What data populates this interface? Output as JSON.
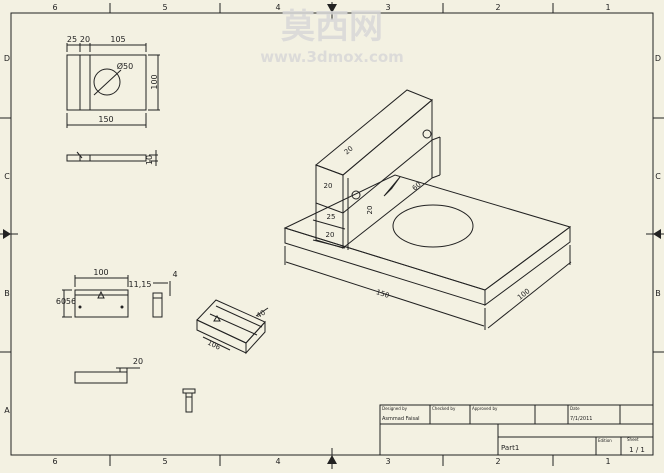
{
  "watermark": {
    "main": "莫西网",
    "url": "www.3dmox.com"
  },
  "frame": {
    "columns": [
      "6",
      "5",
      "4",
      "3",
      "2",
      "1"
    ],
    "rows": [
      "D",
      "C",
      "B",
      "A"
    ]
  },
  "views": {
    "top": {
      "d25": "25",
      "d20": "20",
      "d105": "105",
      "dia": "Ø50",
      "d100": "100",
      "d150": "150"
    },
    "side": {
      "d10": "10"
    },
    "detail": {
      "d100": "100",
      "d60": "60",
      "d56": "56",
      "d1115": "11,15",
      "d4": "4"
    },
    "small_iso": {
      "d40": "40",
      "d106": "106"
    },
    "plate": {
      "d20": "20"
    },
    "main_iso": {
      "d20a": "20",
      "d20b": "20",
      "d25": "25",
      "d20c": "20",
      "d150": "150",
      "d100": "100",
      "d60": "60",
      "d20d": "20"
    }
  },
  "title_block": {
    "designed_by_label": "Designed by",
    "designed_by": "Asmmad Faisal",
    "checked_by_label": "Checked by",
    "approved_by_label": "Approved by",
    "date_label": "Date",
    "date": "7/1/2011",
    "part_name": "Part1",
    "edition_label": "Edition",
    "sheet_label": "Sheet",
    "sheet": "1 / 1"
  }
}
